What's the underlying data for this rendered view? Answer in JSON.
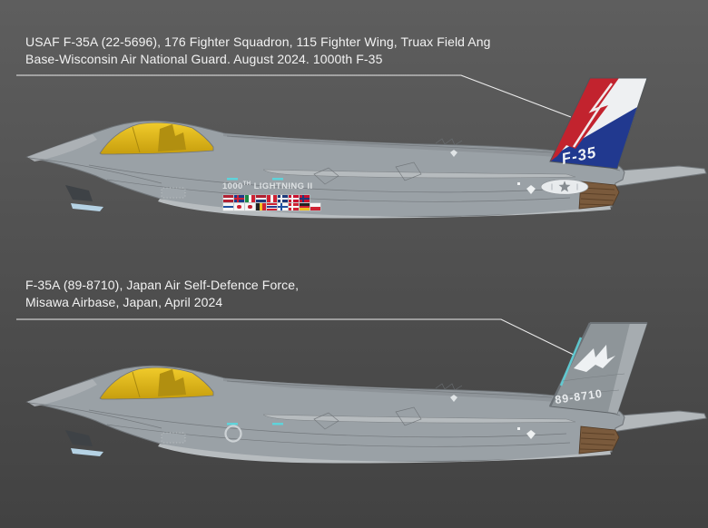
{
  "scene": {
    "background_top": "#5e5e5e",
    "background_bottom": "#424242",
    "callout_line_color": "#ebebeb"
  },
  "annotations": {
    "usaf": {
      "lines": [
        "USAF F-35A (22-5696), 176 Fighter Squadron, 115 Fighter Wing, Truax Field Ang",
        "Base-Wisconsin Air National Guard. August 2024. 1000th F-35"
      ]
    },
    "jasdf": {
      "lines": [
        "F-35A (89-8710), Japan Air Self-Defence Force,",
        "Misawa Airbase, Japan, April 2024"
      ]
    }
  },
  "aircraft_top": {
    "tail_text": "F-35",
    "fuselage_marking": {
      "number": "1000",
      "sup": "TH",
      "name": " LIGHTNING II"
    },
    "colors": {
      "tail_red": "#c2232e",
      "tail_blue": "#21398f",
      "tail_white": "#eef0f2"
    }
  },
  "aircraft_bottom": {
    "tail_code": "89-8710"
  },
  "shared_colors": {
    "canopy_gold": "#e2bb1b",
    "fuselage_gray": "#9aa1a6",
    "exhaust_brown": "#7a5a3c",
    "formation_light_teal": "#5fd3da"
  },
  "flags": {
    "rows": [
      [
        {
          "name": "usa",
          "type": "h",
          "colors": [
            "#b22234",
            "#f5f5f5",
            "#b22234"
          ]
        },
        {
          "name": "uk",
          "type": "cross",
          "colors": [
            "#1e3a8a",
            "#cf2233"
          ]
        },
        {
          "name": "italy",
          "type": "v",
          "colors": [
            "#1d8a44",
            "#f5f5f5",
            "#cf2233"
          ]
        },
        {
          "name": "netherlands",
          "type": "h",
          "colors": [
            "#b02030",
            "#f5f5f5",
            "#1e3a7a"
          ]
        },
        {
          "name": "canada",
          "type": "v",
          "colors": [
            "#cf2233",
            "#f5f5f5",
            "#cf2233"
          ]
        },
        {
          "name": "australia",
          "type": "cross",
          "colors": [
            "#1e3a7a",
            "#f5f5f5"
          ]
        },
        {
          "name": "denmark",
          "type": "cross",
          "colors": [
            "#c8102e",
            "#f5f5f5"
          ]
        },
        {
          "name": "norway",
          "type": "cross",
          "colors": [
            "#c8102e",
            "#1e3a7a"
          ]
        }
      ],
      [
        {
          "name": "israel",
          "type": "h",
          "colors": [
            "#f5f5f5",
            "#1e50a0",
            "#f5f5f5"
          ]
        },
        {
          "name": "japan",
          "type": "disc",
          "colors": [
            "#f5f5f5",
            "#cf2233"
          ]
        },
        {
          "name": "south-korea",
          "type": "disc",
          "colors": [
            "#f5f5f5",
            "#c02232"
          ]
        },
        {
          "name": "belgium",
          "type": "v",
          "colors": [
            "#222222",
            "#f0c020",
            "#cf2233"
          ]
        },
        {
          "name": "thailand",
          "type": "h",
          "colors": [
            "#cf2233",
            "#f5f5f5",
            "#2a3a8c",
            "#f5f5f5",
            "#cf2233"
          ]
        },
        {
          "name": "finland",
          "type": "cross",
          "colors": [
            "#f5f5f5",
            "#1e50a0"
          ]
        },
        {
          "name": "switzerland",
          "type": "cross",
          "colors": [
            "#cf2233",
            "#f5f5f5"
          ]
        },
        {
          "name": "germany",
          "type": "h",
          "colors": [
            "#222222",
            "#cf2233",
            "#f0c020"
          ]
        },
        {
          "name": "czech",
          "type": "h",
          "colors": [
            "#f5f5f5",
            "#cf2233"
          ]
        }
      ]
    ]
  }
}
